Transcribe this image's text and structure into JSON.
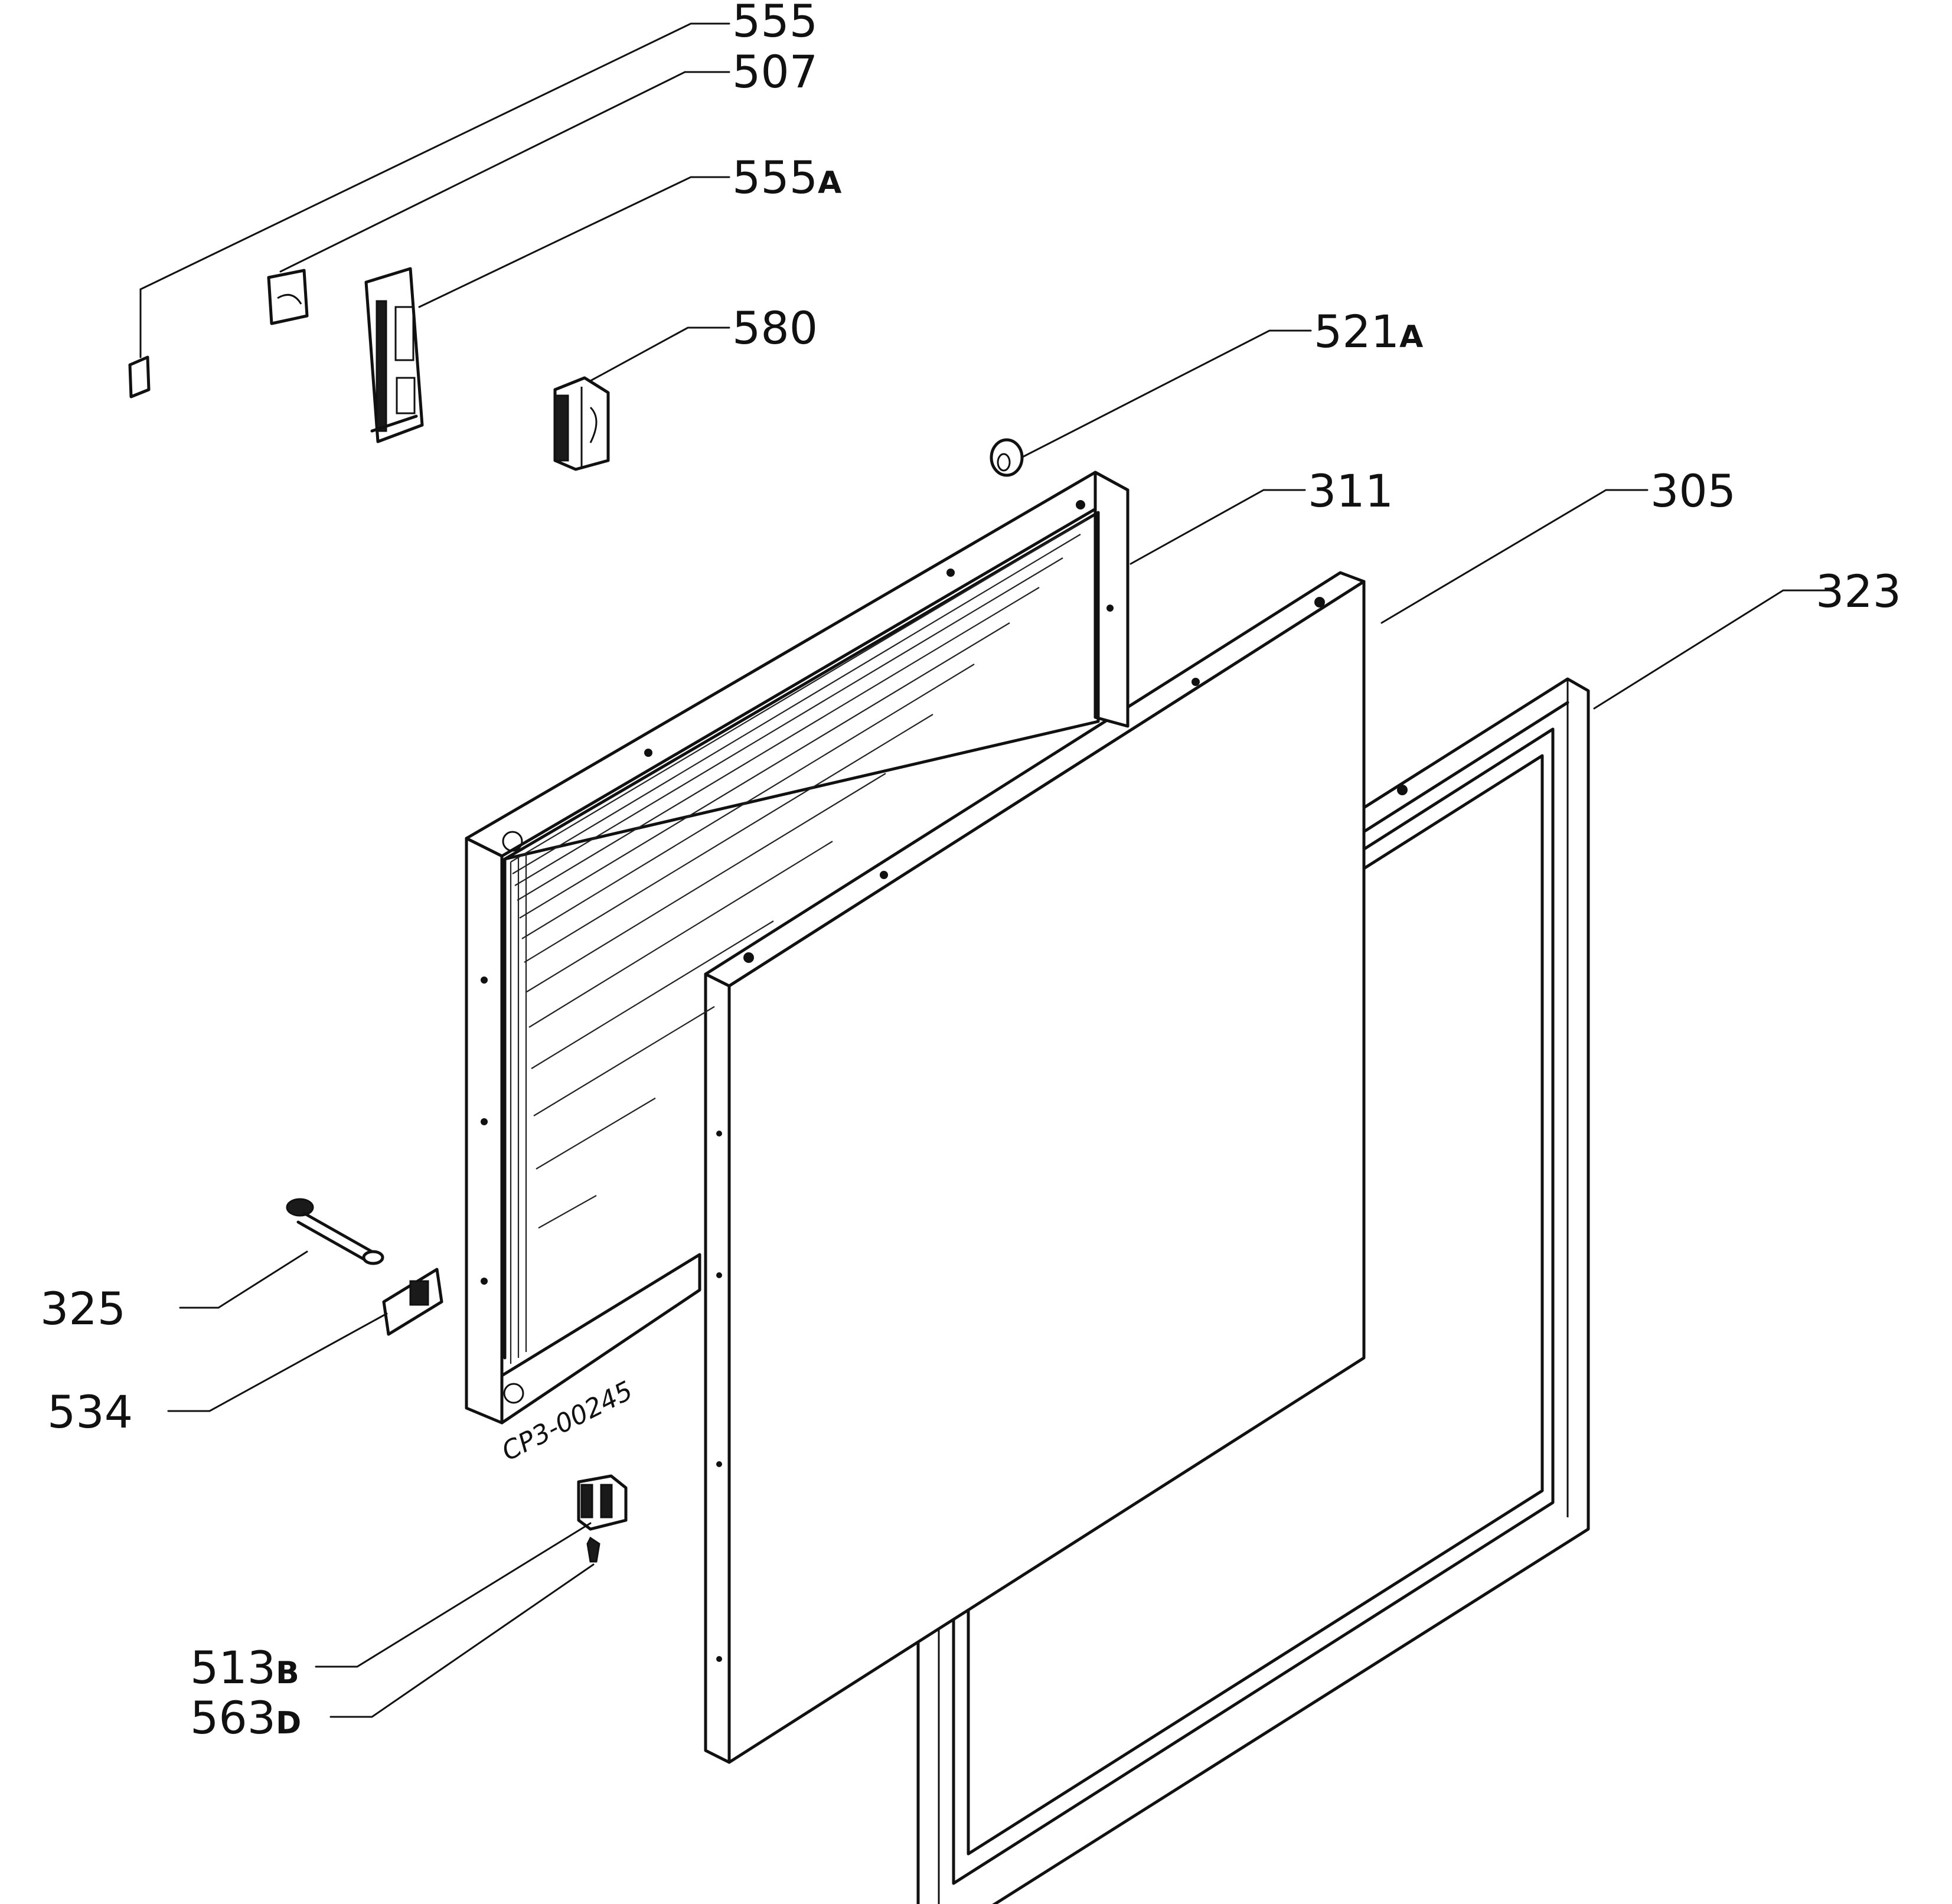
{
  "drawing_code": "CP3-00245",
  "parts": [
    {
      "id": "555",
      "number": "555",
      "suffix": "",
      "part": "small-clip"
    },
    {
      "id": "507",
      "number": "507",
      "suffix": "",
      "part": "bracket-clip"
    },
    {
      "id": "555A",
      "number": "555",
      "suffix": "A",
      "part": "hinge-bracket"
    },
    {
      "id": "580",
      "number": "580",
      "suffix": "",
      "part": "door-latch"
    },
    {
      "id": "521A",
      "number": "521",
      "suffix": "A",
      "part": "grommet"
    },
    {
      "id": "311",
      "number": "311",
      "suffix": "",
      "part": "door-liner-frame"
    },
    {
      "id": "305",
      "number": "305",
      "suffix": "",
      "part": "door-panel"
    },
    {
      "id": "323",
      "number": "323",
      "suffix": "",
      "part": "door-gasket"
    },
    {
      "id": "325",
      "number": "325",
      "suffix": "",
      "part": "hinge-pin"
    },
    {
      "id": "534",
      "number": "534",
      "suffix": "",
      "part": "hinge-plate"
    },
    {
      "id": "513B",
      "number": "513",
      "suffix": "B",
      "part": "lower-hinge-block"
    },
    {
      "id": "563D",
      "number": "563",
      "suffix": "D",
      "part": "screw"
    }
  ]
}
